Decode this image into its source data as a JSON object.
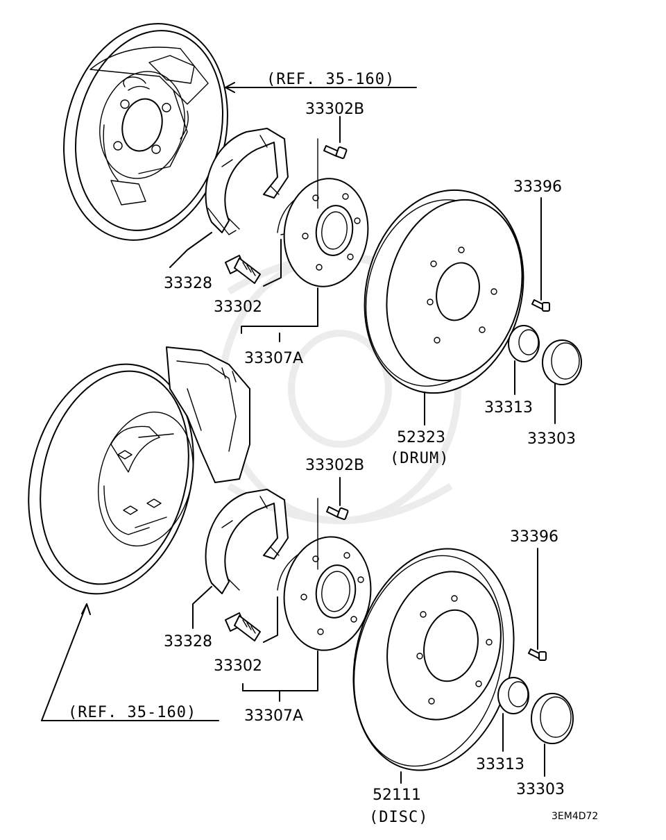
{
  "labels": {
    "ref_top": "(REF. 35-160)",
    "ref_bottom": "(REF. 35-160)",
    "top_bolt": "33302B",
    "top_dust_shield": "33328",
    "top_stud": "33302",
    "top_hub_assy": "33307A",
    "top_small_bolt": "33396",
    "top_nut": "33313",
    "top_cap": "33303",
    "drum_part": "52323",
    "drum_note": "(DRUM)",
    "bottom_bolt": "33302B",
    "bottom_small_bolt": "33396",
    "bottom_dust_shield": "33328",
    "bottom_stud": "33302",
    "bottom_hub_assy": "33307A",
    "bottom_nut": "33313",
    "bottom_cap": "33303",
    "disc_part": "52111",
    "disc_note": "(DISC)",
    "diagram_code": "3EM4D72"
  }
}
